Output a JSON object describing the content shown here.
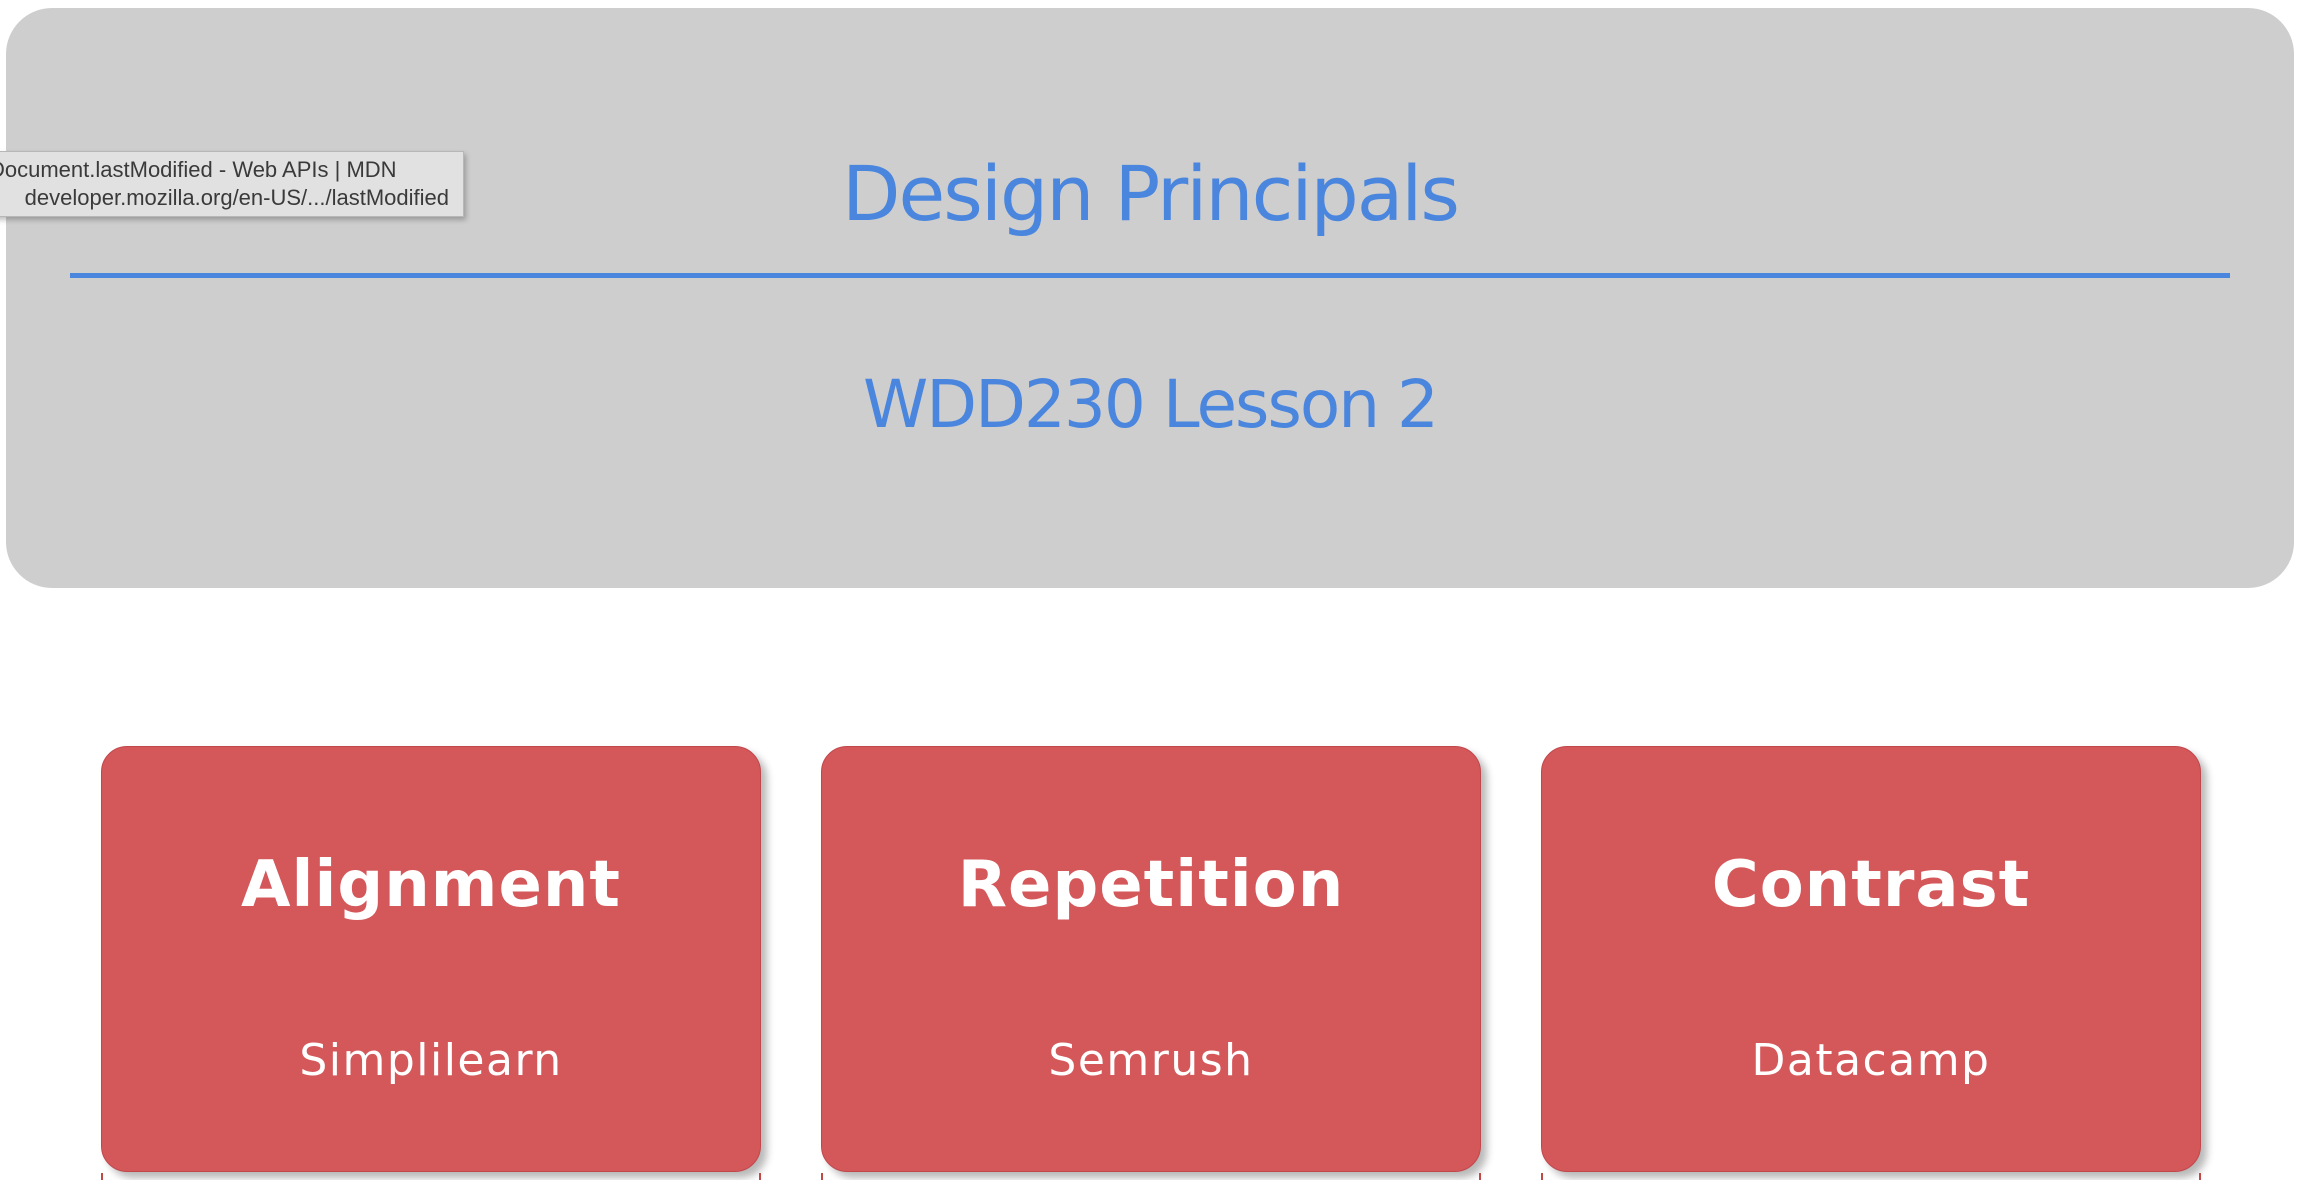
{
  "header": {
    "title": "Design Principals",
    "subtitle": "WDD230 Lesson 2"
  },
  "tooltip": {
    "title": "Document.lastModified - Web APIs | MDN",
    "url": "developer.mozilla.org/en-US/.../lastModified"
  },
  "cards": [
    {
      "title": "Alignment",
      "link": "Simplilearn"
    },
    {
      "title": "Repetition",
      "link": "Semrush"
    },
    {
      "title": "Contrast",
      "link": "Datacamp"
    }
  ],
  "colors": {
    "header_bg": "#cecece",
    "accent_blue": "#4a86de",
    "card_red": "#d4575a",
    "card_text": "#ffffff"
  }
}
